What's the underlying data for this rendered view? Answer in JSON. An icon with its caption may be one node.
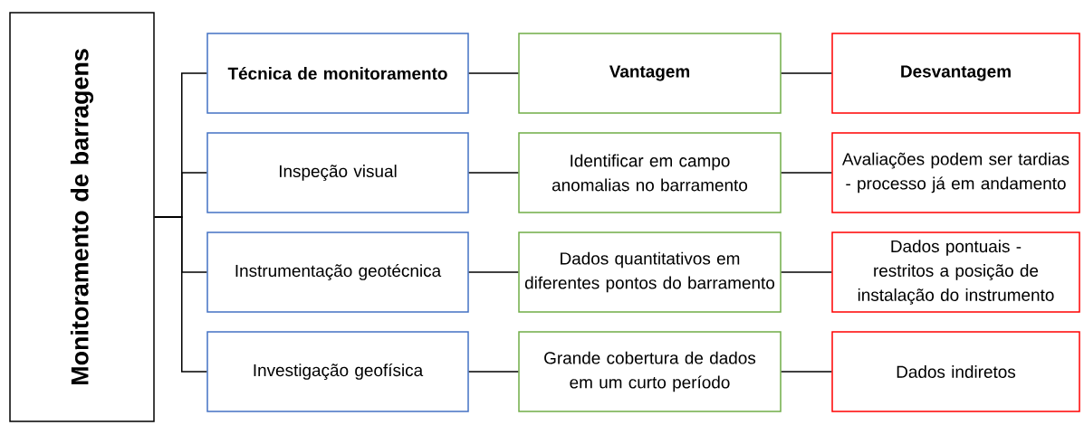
{
  "diagram": {
    "nodes": [
      {
        "text": [
          "Monitoramento de barragens"
        ]
      },
      {
        "text": [
          "Técnica de monitoramento"
        ]
      },
      {
        "text": [
          "Vantagem"
        ]
      },
      {
        "text": [
          "Desvantagem"
        ]
      },
      {
        "text": [
          "Inspeção visual"
        ]
      },
      {
        "text": [
          "Identificar em campo anomalias no barramento"
        ]
      },
      {
        "text": [
          "Avaliações podem ser tardias - processo já em andamento"
        ]
      },
      {
        "text": [
          "Instrumentação geotécnica"
        ]
      },
      {
        "text": [
          "Dados quantitativos em diferentes pontos do barramento"
        ]
      },
      {
        "text": [
          "Dados pontuais - restritos a posição de instalação do instrumento"
        ]
      },
      {
        "text": [
          "Investigação geofísica"
        ]
      },
      {
        "text": [
          "Grande cobertura de dados em um curto período"
        ]
      },
      {
        "text": [
          "Dados indiretos"
        ]
      }
    ],
    "edges": [
      {
        "from": 0,
        "to": 1,
        "arrow": "none"
      },
      {
        "from": 0,
        "to": 4,
        "arrow": "none"
      },
      {
        "from": 0,
        "to": 7,
        "arrow": "none"
      },
      {
        "from": 0,
        "to": 10,
        "arrow": "none"
      },
      {
        "from": 1,
        "to": 2,
        "arrow": "none"
      },
      {
        "from": 2,
        "to": 3,
        "arrow": "none"
      },
      {
        "from": 4,
        "to": 5,
        "arrow": "none"
      },
      {
        "from": 5,
        "to": 6,
        "arrow": "none"
      },
      {
        "from": 7,
        "to": 8,
        "arrow": "none"
      },
      {
        "from": 8,
        "to": 9,
        "arrow": "none"
      },
      {
        "from": 10,
        "to": 11,
        "arrow": "none"
      },
      {
        "from": 11,
        "to": 12,
        "arrow": "none"
      }
    ]
  }
}
